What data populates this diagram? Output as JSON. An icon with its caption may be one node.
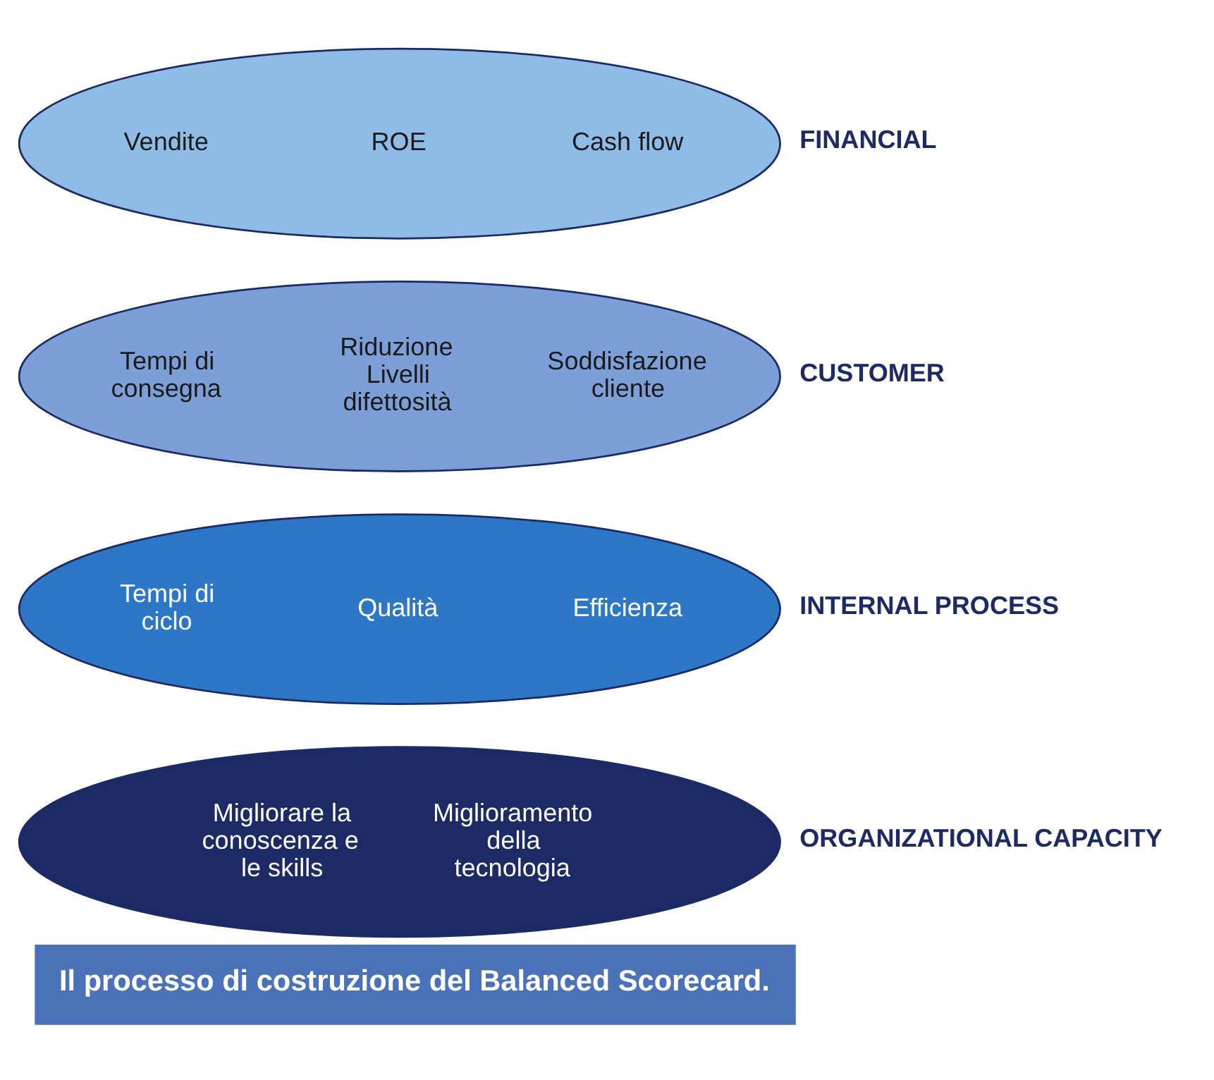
{
  "diagram": {
    "caption": "Il processo di costruzione del Balanced Scorecard.",
    "nodes": [
      {
        "text": [
          "Vendite",
          "ROE",
          "Cash flow"
        ],
        "beside": [
          "FINANCIAL"
        ]
      },
      {
        "text": [
          "Tempi di consegna",
          "Riduzione Livelli difettosità",
          "Soddisfazione cliente"
        ],
        "beside": [
          "CUSTOMER"
        ]
      },
      {
        "text": [
          "Tempi di ciclo",
          "Qualità",
          "Efficienza"
        ],
        "beside": [
          "INTERNAL PROCESS"
        ]
      },
      {
        "text": [
          "Migliorare la conoscenza e le skills",
          "Miglioramento della tecnologia"
        ],
        "beside": [
          "ORGANIZATIONAL CAPACITY"
        ]
      }
    ],
    "edges": []
  }
}
